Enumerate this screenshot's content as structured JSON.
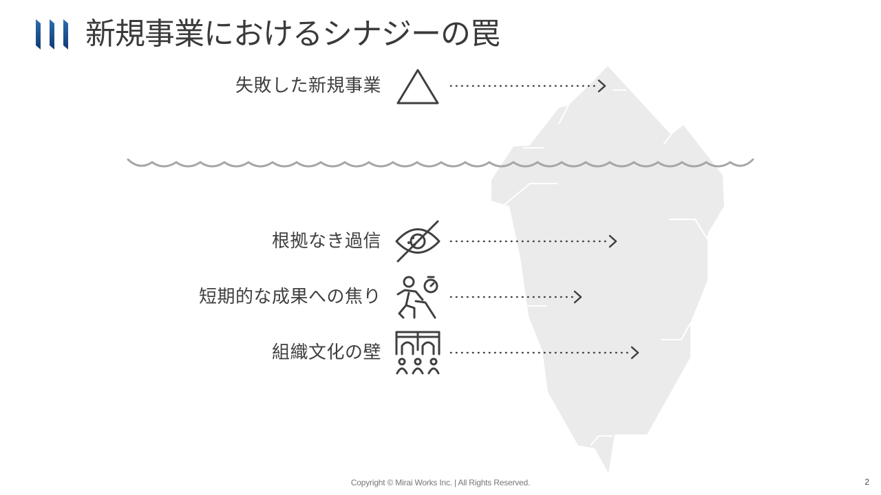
{
  "slide": {
    "title": "新規事業におけるシナジーの罠",
    "above_water": {
      "label": "失敗した新規事業",
      "icon": "triangle-icon"
    },
    "below_water": [
      {
        "label": "根拠なき過信",
        "icon": "eye-slash-icon"
      },
      {
        "label": "短期的な成果への焦り",
        "icon": "running-with-stopwatch-icon"
      },
      {
        "label": "組織文化の壁",
        "icon": "organization-wall-icon"
      }
    ]
  },
  "footer": {
    "copyright": "Copyright © Mirai Works Inc.  |   All Rights Reserved.",
    "page_number": "2"
  },
  "colors": {
    "brand_blue": "#1f4e8c",
    "iceberg": "#ebebeb",
    "text": "#3f3f3f",
    "water_line": "#a6a6a6"
  }
}
